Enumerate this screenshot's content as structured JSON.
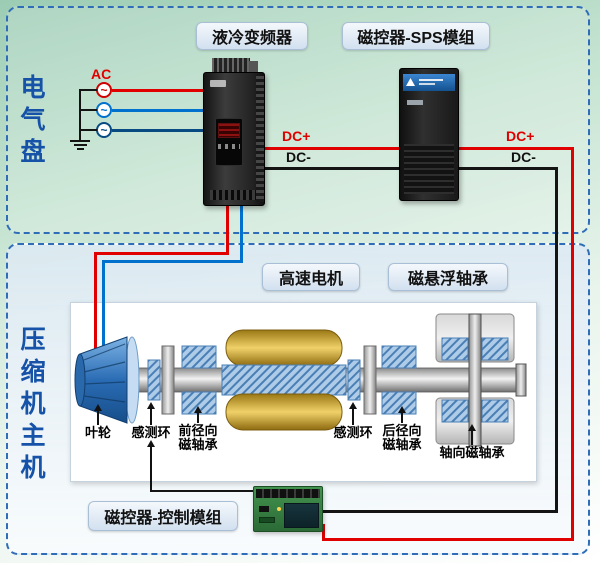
{
  "sections": {
    "electrical_panel": "电气盘",
    "compressor_host": "压缩机主机"
  },
  "equipment_labels": {
    "inverter": "液冷变频器",
    "sps_module": "磁控器-SPS模组",
    "high_speed_motor": "高速电机",
    "maglev_bearing": "磁悬浮轴承",
    "control_module": "磁控器-控制模组"
  },
  "wiring": {
    "ac": "AC",
    "dc_plus": "DC+",
    "dc_minus": "DC-",
    "phase_symbol": "~"
  },
  "component_labels": {
    "impeller": "叶轮",
    "front_sensor_ring": "感测环",
    "front_radial_line1": "前径向",
    "front_radial_line2": "磁轴承",
    "rear_sensor_ring": "感测环",
    "rear_radial_line1": "后径向",
    "rear_radial_line2": "磁轴承",
    "axial_bearing": "轴向磁轴承"
  },
  "colors": {
    "dashed_border": "#2f6db8",
    "section_title": "#1552a8",
    "wire_red": "#e00000",
    "wire_blue": "#0072ce",
    "wire_navy": "#074b82",
    "wire_black": "#141414",
    "background_green": "#9cccb4"
  }
}
